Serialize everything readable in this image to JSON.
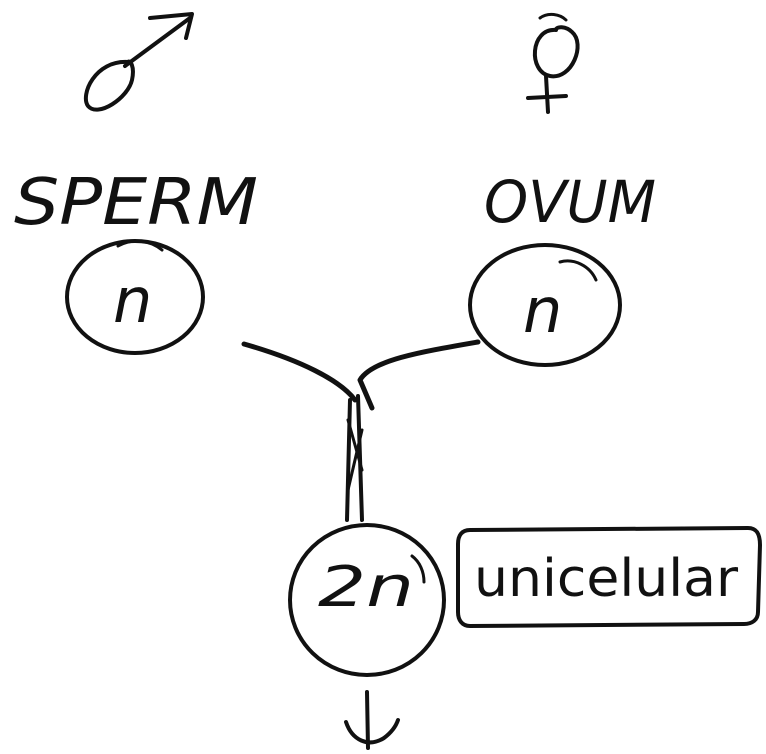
{
  "male": {
    "symbol": "♂",
    "label": "SPERM",
    "ploidy": "n"
  },
  "female": {
    "symbol": "♀",
    "label": "OVUM",
    "ploidy": "n"
  },
  "zygote": {
    "ploidy": "2n",
    "note": "unicelular"
  }
}
